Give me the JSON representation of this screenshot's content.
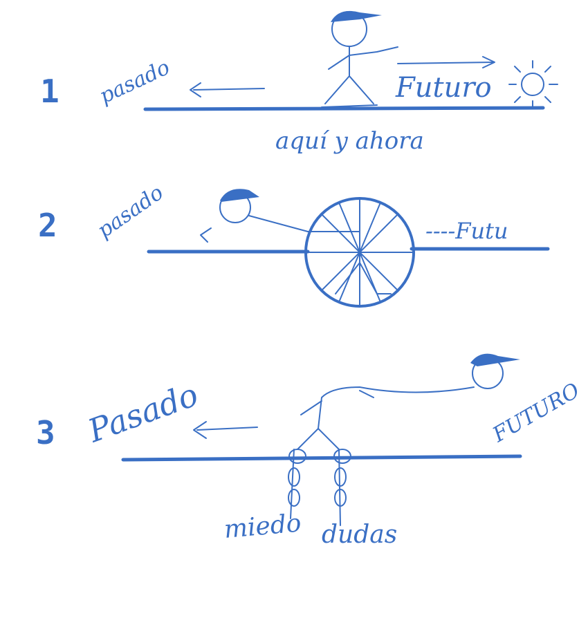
{
  "color": "#3a6fc4",
  "panels": [
    {
      "number": "1",
      "past": "pasado",
      "future": "Futuro",
      "caption": "aquí y ahora"
    },
    {
      "number": "2",
      "past": "pasado",
      "future": "----Futu"
    },
    {
      "number": "3",
      "past": "Pasado",
      "future": "FUTURO",
      "chains": [
        "miedo",
        "dudas"
      ]
    }
  ]
}
